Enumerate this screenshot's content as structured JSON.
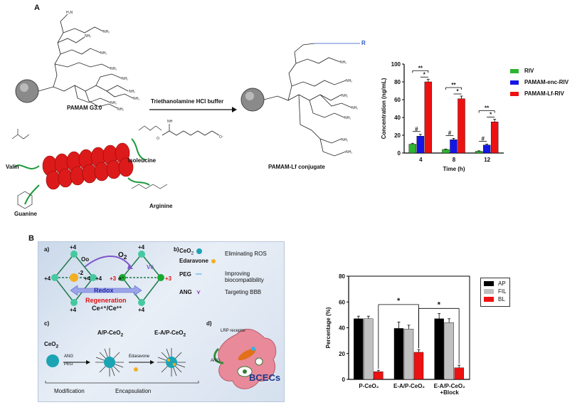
{
  "panels": {
    "A": {
      "label": "A",
      "pamam_caption": "PAMAM G3.0",
      "buffer_label": "Triethanolamine HCl buffer",
      "conjugate_caption": "PAMAM-Lf conjugate",
      "amino_acids": [
        "Valin",
        "Isoleucine",
        "Arginine",
        "Guanine"
      ]
    },
    "B": {
      "label": "B",
      "sub_a_label": "a)",
      "sub_b_label": "b)",
      "sub_c_label": "c)",
      "sub_d_label": "d)",
      "ov_label": "Oo",
      "vo_label": "Vö",
      "o2_label": "O",
      "o2_sub": "2",
      "redox_label": "Redox",
      "regeneration_label": "Regeneration",
      "ce_label": "Ce⁴⁺/Ce³⁺",
      "charges": [
        "+4",
        "+4",
        "+4",
        "+4",
        "+4",
        "+4",
        "+4",
        "+3",
        "+3",
        "-2"
      ],
      "electron_label": "e⁻",
      "components": [
        {
          "name": "CeO",
          "sub": "2",
          "role": "Eliminating ROS"
        },
        {
          "name": "Edaravone",
          "sub": "",
          "role": ""
        },
        {
          "name": "PEG",
          "sub": "",
          "role": "Improving biocompatibility"
        },
        {
          "name": "ANG",
          "sub": "",
          "role": "Targeting BBB"
        }
      ],
      "synthesis": {
        "start": "CeO",
        "start_sub": "2",
        "mid": "A/P-CeO",
        "mid_sub": "2",
        "end": "E-A/P-CeO",
        "end_sub": "2",
        "ang": "ANG",
        "peg": "PEG",
        "reagent": "Edaravone",
        "step1": "Modification",
        "step2": "Encapsulation"
      },
      "cell": {
        "receptor": "LRP receptor",
        "ang": "ANG",
        "cell_name": "BCECs"
      }
    }
  },
  "chart_data": [
    {
      "type": "bar",
      "categories": [
        "4",
        "8",
        "12"
      ],
      "xlabel": "Time (h)",
      "ylabel": "Concentration (ng/mL)",
      "ylim": [
        0,
        100
      ],
      "yticks": [
        0,
        20,
        40,
        60,
        80,
        100
      ],
      "series": [
        {
          "name": "RIV",
          "color": "#2db52d",
          "values": [
            10,
            4,
            2
          ],
          "errors": [
            1,
            0.5,
            0.5
          ]
        },
        {
          "name": "PAMAM-enc-RIV",
          "color": "#1515e6",
          "values": [
            19,
            15,
            9
          ],
          "errors": [
            2,
            1.5,
            1
          ]
        },
        {
          "name": "PAMAM-Lf-RIV",
          "color": "#ee1111",
          "values": [
            80,
            61,
            35
          ],
          "errors": [
            3,
            3,
            3
          ]
        }
      ],
      "annotations": [
        "#",
        "*",
        "**",
        "#",
        "*",
        "**",
        "#",
        "*",
        "**"
      ],
      "legend": "right"
    },
    {
      "type": "bar",
      "categories": [
        "P-CeO₂",
        "E-A/P-CeO₂",
        "E-A/P-CeO₂ +Block"
      ],
      "xlabel": "",
      "ylabel": "Percentage (%)",
      "ylim": [
        0,
        80
      ],
      "yticks": [
        0,
        20,
        40,
        60,
        80
      ],
      "series": [
        {
          "name": "AP",
          "color": "#000000",
          "values": [
            47,
            39.5,
            47
          ],
          "errors": [
            2,
            5,
            4
          ]
        },
        {
          "name": "FIL",
          "color": "#c0c0c0",
          "values": [
            47,
            39,
            44
          ],
          "errors": [
            2,
            3,
            3
          ]
        },
        {
          "name": "BL",
          "color": "#ee1111",
          "values": [
            6,
            21,
            9
          ],
          "errors": [
            1,
            2,
            2
          ]
        }
      ],
      "annotations": [
        "*",
        "*"
      ],
      "legend": "top-right"
    }
  ]
}
